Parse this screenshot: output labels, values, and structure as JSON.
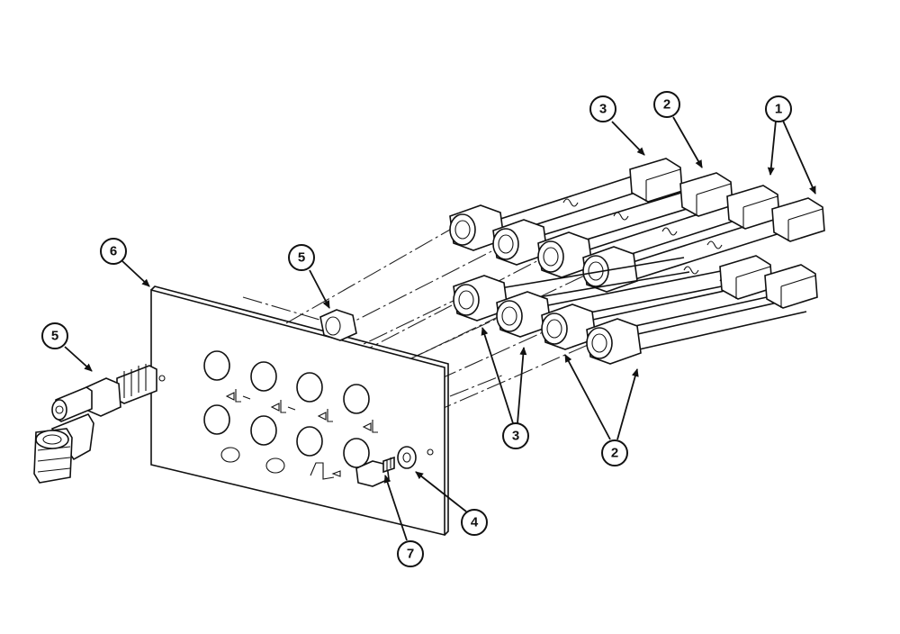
{
  "callouts": [
    {
      "id": "c3-top",
      "label": "3"
    },
    {
      "id": "c2-top",
      "label": "2"
    },
    {
      "id": "c1",
      "label": "1"
    },
    {
      "id": "c6",
      "label": "6"
    },
    {
      "id": "c5-mid",
      "label": "5"
    },
    {
      "id": "c5-left",
      "label": "5"
    },
    {
      "id": "c3-bottom",
      "label": "3"
    },
    {
      "id": "c2-bottom",
      "label": "2"
    },
    {
      "id": "c4",
      "label": "4"
    },
    {
      "id": "c7",
      "label": "7"
    }
  ]
}
